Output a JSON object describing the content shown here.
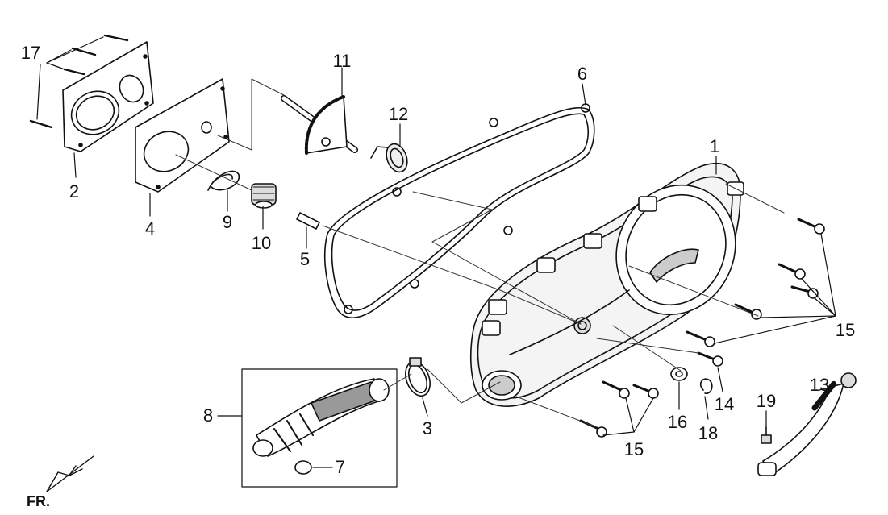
{
  "diagram": {
    "orientation_label": "FR.",
    "callouts": [
      {
        "id": "c1",
        "label": "1",
        "part": "left-crankcase-cover"
      },
      {
        "id": "c2",
        "label": "2",
        "part": "cover-plate"
      },
      {
        "id": "c3",
        "label": "3",
        "part": "hose-clamp"
      },
      {
        "id": "c4",
        "label": "4",
        "part": "plate-gasket"
      },
      {
        "id": "c5",
        "label": "5",
        "part": "dowel-pin"
      },
      {
        "id": "c6",
        "label": "6",
        "part": "cover-gasket"
      },
      {
        "id": "c7",
        "label": "7",
        "part": "o-ring"
      },
      {
        "id": "c8",
        "label": "8",
        "part": "air-duct-assembly"
      },
      {
        "id": "c9",
        "label": "9",
        "part": "kick-spring-clip"
      },
      {
        "id": "c10",
        "label": "10",
        "part": "starter-driven-gear"
      },
      {
        "id": "c11",
        "label": "11",
        "part": "kick-starter-spindle"
      },
      {
        "id": "c12",
        "label": "12",
        "part": "return-spring"
      },
      {
        "id": "c13",
        "label": "13",
        "part": "kick-lever"
      },
      {
        "id": "c14",
        "label": "14",
        "part": "bolt"
      },
      {
        "id": "c15a",
        "label": "15",
        "part": "bolt-set-upper"
      },
      {
        "id": "c15b",
        "label": "15",
        "part": "bolt-set-lower"
      },
      {
        "id": "c16",
        "label": "16",
        "part": "washer"
      },
      {
        "id": "c17",
        "label": "17",
        "part": "screw-set"
      },
      {
        "id": "c18",
        "label": "18",
        "part": "circlip"
      },
      {
        "id": "c19",
        "label": "19",
        "part": "lever-bolt"
      }
    ]
  }
}
